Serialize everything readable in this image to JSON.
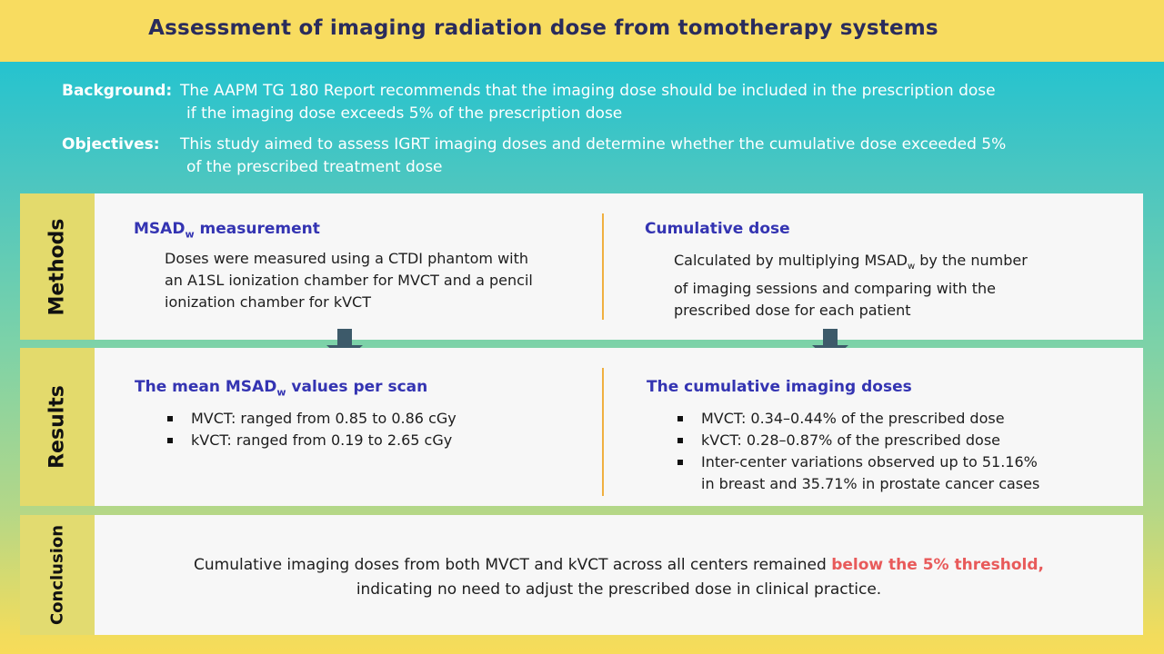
{
  "title": "Assessment of imaging radiation dose from tomotherapy systems",
  "background": {
    "label": "Background:",
    "line1": "The AAPM TG 180 Report recommends that the imaging dose should be included in the prescription dose",
    "line2": "if the imaging dose exceeds 5% of the prescription dose"
  },
  "objectives": {
    "label": "Objectives:",
    "line1": "This study aimed to assess IGRT imaging doses and determine whether the cumulative dose exceeded 5%",
    "line2": "of the prescribed treatment dose"
  },
  "methods": {
    "label": "Methods",
    "left": {
      "heading_main": "MSAD",
      "heading_sub": "w",
      "heading_rest": " measurement",
      "lines": [
        "Doses were measured using a CTDI phantom with",
        "an A1SL ionization chamber for MVCT and a pencil",
        "ionization chamber for kVCT"
      ]
    },
    "right": {
      "heading": "Cumulative dose",
      "line1_pre": "Calculated by multiplying MSAD",
      "line1_sub": "w",
      "line1_post": " by the number",
      "line2": "of imaging sessions and comparing with the",
      "line3": "prescribed dose for each patient"
    }
  },
  "results": {
    "label": "Results",
    "left": {
      "heading_main": "The mean MSAD",
      "heading_sub": "w",
      "heading_rest": " values per scan",
      "bullets": [
        "MVCT: ranged from 0.85 to 0.86 cGy",
        "kVCT: ranged from 0.19 to 2.65 cGy"
      ]
    },
    "right": {
      "heading": "The cumulative imaging doses",
      "bullets": [
        "MVCT: 0.34–0.44% of the prescribed dose",
        "kVCT: 0.28–0.87% of the prescribed dose"
      ],
      "bullet3_line1": "Inter-center variations observed up to 51.16%",
      "bullet3_line2": "in breast and 35.71% in prostate cancer cases"
    }
  },
  "conclusion": {
    "label": "Conclusion",
    "line1_pre": "Cumulative imaging doses from both MVCT and kVCT across all centers remained ",
    "line1_highlight": "below the 5% threshold,",
    "line2": "indicating no need to adjust the prescribed dose in clinical practice."
  },
  "colors": {
    "heading": "#3434b2",
    "highlight": "#e85a5a",
    "arrow": "#3d5a6a",
    "divider": "#f0b040"
  }
}
